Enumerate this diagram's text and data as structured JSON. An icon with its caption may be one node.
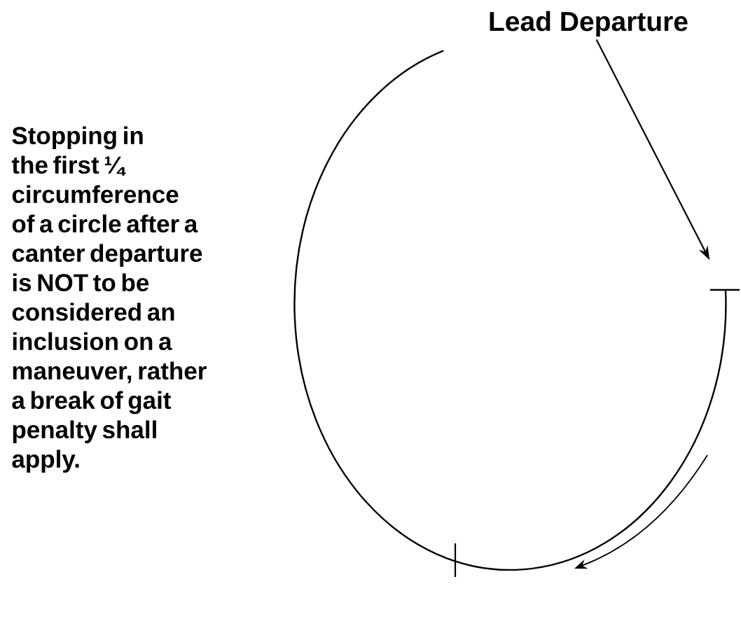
{
  "diagram": {
    "nodes": [
      {
        "text": [
          "Lead Departure"
        ]
      },
      {
        "text": [],
        "shape": "bar"
      }
    ],
    "edges": [
      {
        "from": 0,
        "to": 1,
        "arrow": "to"
      }
    ],
    "labels": [
      "Stopping in the first ¼ circumference of a circle after a canter departure is NOT to be considered an inclusion on a maneuver, rather a break of gait penalty shall apply."
    ]
  }
}
